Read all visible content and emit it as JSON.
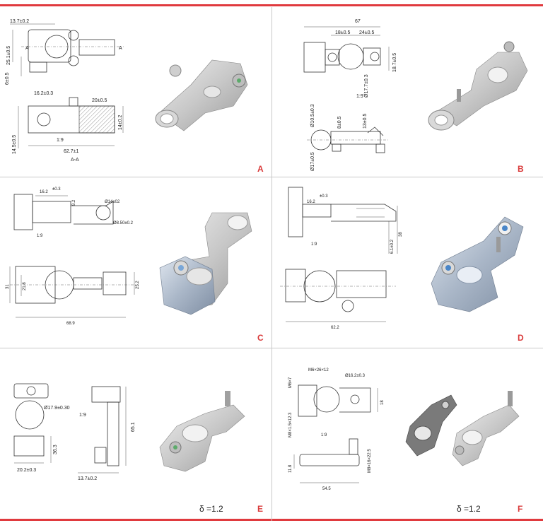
{
  "panels": [
    {
      "letter": "A",
      "dims": [
        "13.7±0.2",
        "25.1±0.5",
        "6±0.5",
        "A",
        "A",
        "16.2±0.3",
        "20±0.5",
        "14±0.2",
        "14.5±0.5",
        "1:9",
        "62.7±1",
        "A-A"
      ]
    },
    {
      "letter": "B",
      "dims": [
        "67",
        "18±0.5",
        "24±0.5",
        "18.7±0.5",
        "Ø17.7±0.3",
        "1:9",
        "Ø10.5±0.3",
        "8±0.5",
        "13±0.5",
        "Ø17±0.5"
      ]
    },
    {
      "letter": "C",
      "dims": [
        "16.2",
        "±0.3",
        "9.2",
        "Ø14±02",
        "Ø8.50±0.2",
        "1:9",
        "31",
        "21.8",
        "25.2",
        "68.9"
      ]
    },
    {
      "letter": "D",
      "dims": [
        "16.2",
        "±0.3",
        "1:9",
        "6.1±0.2",
        "38",
        "62.2"
      ]
    },
    {
      "letter": "E",
      "delta": "δ =1.2",
      "dims": [
        "Ø17.9±0.30",
        "1:9",
        "65.1",
        "36.3",
        "20.2±0.3",
        "13.7±0.2"
      ]
    },
    {
      "letter": "F",
      "delta": "δ =1.2",
      "dims": [
        "M6×26×12",
        "Ø16.2±0.3",
        "M6×7",
        "18",
        "M8×1.5×12.3",
        "1:9",
        "11.8",
        "M8×16×22.5",
        "54.5"
      ]
    }
  ],
  "colors": {
    "accent": "#e03a3e",
    "metal": "#c9c9c9",
    "bluemetal": "#a9b8cc",
    "dark": "#555555"
  }
}
